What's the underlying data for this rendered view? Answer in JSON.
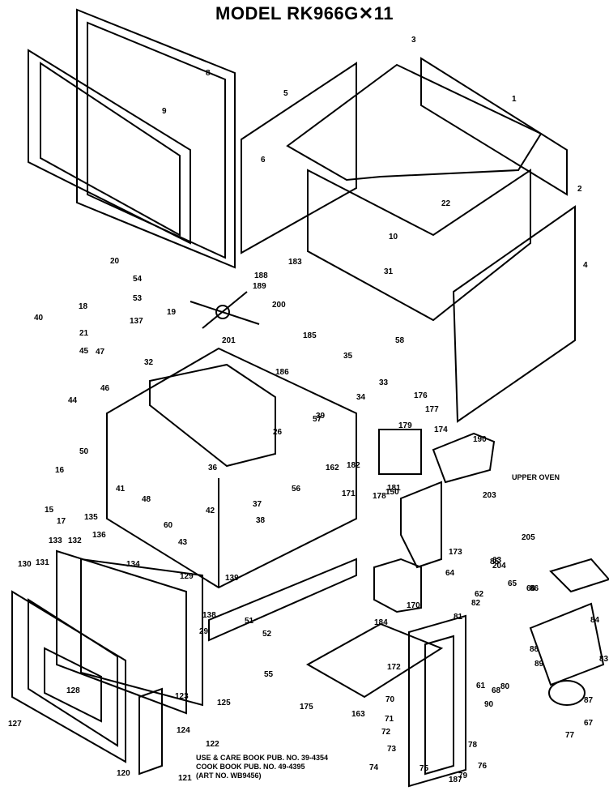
{
  "title": "MODEL RK966G✕11",
  "section_label": "UPPER OVEN",
  "footer": [
    "USE & CARE BOOK PUB. NO. 39-4354",
    "COOK BOOK PUB. NO. 49-4395",
    "(ART NO. WB9456)"
  ],
  "callouts": [
    "1",
    "2",
    "3",
    "4",
    "5",
    "6",
    "8",
    "9",
    "10",
    "15",
    "16",
    "17",
    "18",
    "19",
    "20",
    "21",
    "22",
    "26",
    "29",
    "31",
    "32",
    "33",
    "34",
    "35",
    "36",
    "37",
    "38",
    "39",
    "40",
    "41",
    "42",
    "43",
    "44",
    "45",
    "46",
    "47",
    "48",
    "50",
    "51",
    "52",
    "53",
    "54",
    "55",
    "56",
    "57",
    "58",
    "60",
    "61",
    "62",
    "63",
    "64",
    "65",
    "66",
    "67",
    "68",
    "70",
    "71",
    "72",
    "73",
    "74",
    "75",
    "76",
    "77",
    "78",
    "79",
    "80",
    "81",
    "82",
    "83",
    "84",
    "85",
    "86",
    "87",
    "88",
    "89",
    "90",
    "120",
    "121",
    "122",
    "123",
    "124",
    "125",
    "127",
    "128",
    "129",
    "130",
    "131",
    "132",
    "133",
    "134",
    "135",
    "136",
    "137",
    "138",
    "139",
    "150",
    "162",
    "163",
    "170",
    "171",
    "172",
    "173",
    "174",
    "175",
    "176",
    "177",
    "178",
    "179",
    "181",
    "182",
    "183",
    "184",
    "185",
    "186",
    "187",
    "188",
    "189",
    "190",
    "200",
    "201",
    "203",
    "204",
    "205"
  ]
}
